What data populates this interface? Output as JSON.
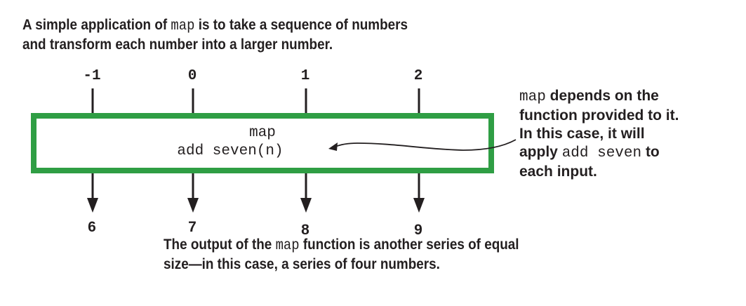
{
  "top_caption": {
    "prefix": "A simple application of ",
    "code": "map",
    "suffix": " is to take a sequence of numbers",
    "line2": "and transform each number into a larger number."
  },
  "inputs": [
    "-1",
    "0",
    "1",
    "2"
  ],
  "outputs": [
    "6",
    "7",
    "8",
    "9"
  ],
  "map_box": {
    "title": "map",
    "function": "add seven(n)"
  },
  "side_note": {
    "line1_code": "map",
    "line1_rest": " depends on the",
    "line2": "function provided to it.",
    "line3": "In this case, it will",
    "line4_pre": "apply ",
    "line4_code": "add seven",
    "line4_post": " to",
    "line5": "each input."
  },
  "bottom_caption": {
    "prefix": "The output of the ",
    "code": "map",
    "suffix": " function is another series of equal",
    "line2": "size—in this case, a series of four numbers."
  },
  "colors": {
    "box_border": "#2f9e44",
    "text": "#231f20"
  }
}
